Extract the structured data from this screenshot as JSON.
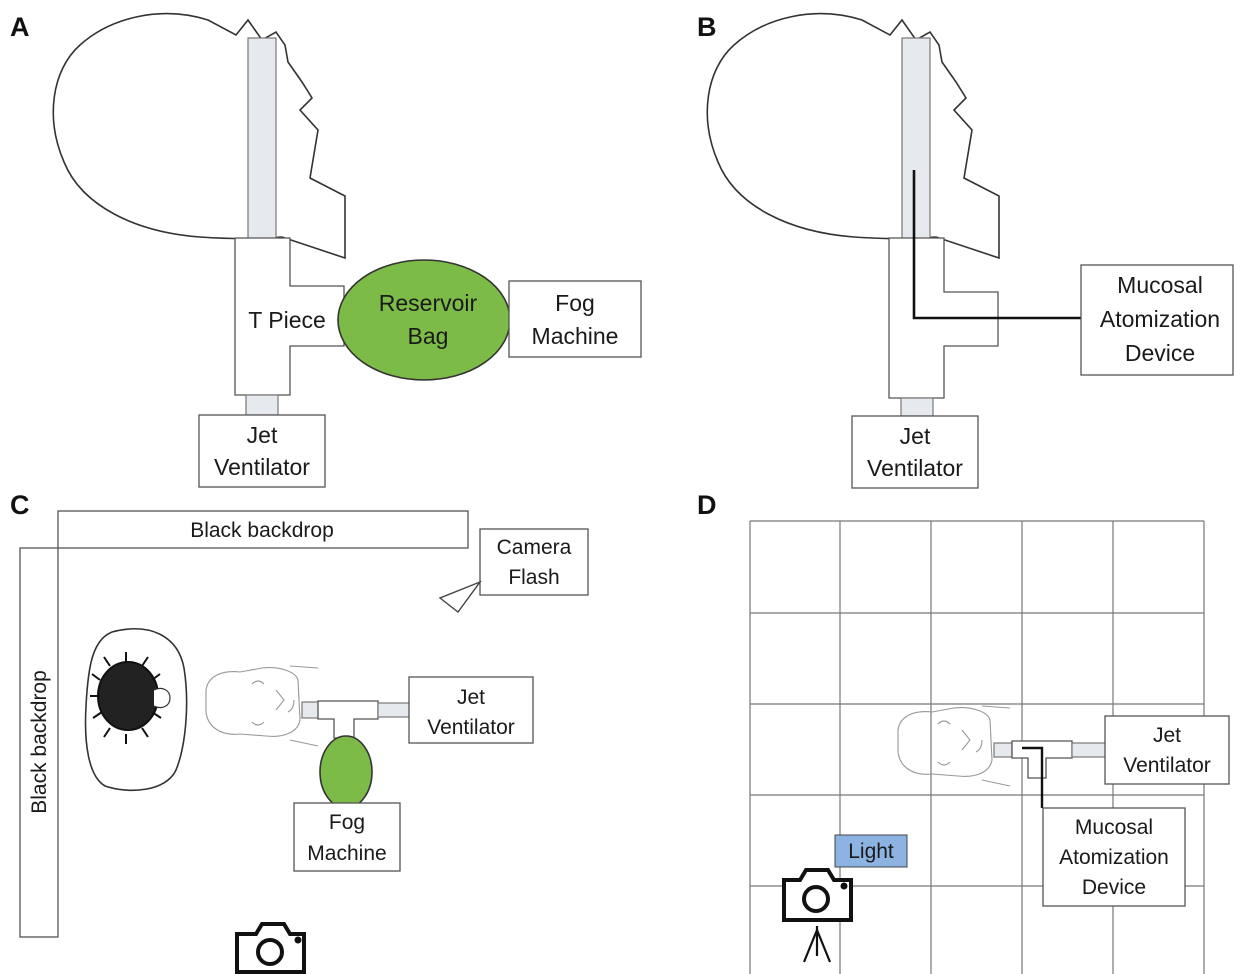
{
  "panels": {
    "a": {
      "letter": "A",
      "t_piece": "T Piece",
      "reservoir_bag": [
        "Reservoir",
        "Bag"
      ],
      "fog_machine": [
        "Fog",
        "Machine"
      ],
      "jet_ventilator": [
        "Jet",
        "Ventilator"
      ]
    },
    "b": {
      "letter": "B",
      "mucosal_atomization_device": [
        "Mucosal",
        "Atomization",
        "Device"
      ],
      "jet_ventilator": [
        "Jet",
        "Ventilator"
      ]
    },
    "c": {
      "letter": "C",
      "black_backdrop_top": "Black backdrop",
      "black_backdrop_side": "Black backdrop",
      "camera_flash": [
        "Camera",
        "Flash"
      ],
      "jet_ventilator": [
        "Jet",
        "Ventilator"
      ],
      "fog_machine": [
        "Fog",
        "Machine"
      ]
    },
    "d": {
      "letter": "D",
      "jet_ventilator": [
        "Jet",
        "Ventilator"
      ],
      "mucosal_atomization_device": [
        "Mucosal",
        "Atomization",
        "Device"
      ],
      "light": "Light"
    }
  },
  "colors": {
    "reservoir_bag": "#7dbb48",
    "light_box": "#8db3e2",
    "tube": "#e6eaee"
  },
  "icons": [
    "camera-icon",
    "camera-on-tripod-icon",
    "camera-flash-icon"
  ]
}
